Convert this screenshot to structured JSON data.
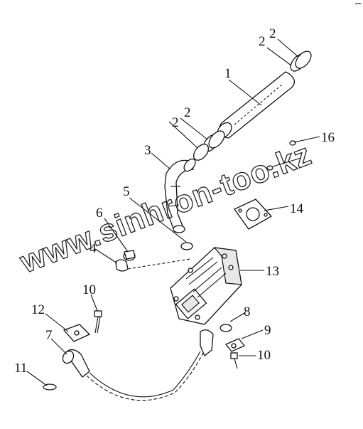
{
  "diagram": {
    "watermark": "www.sinhron-too.kz",
    "callouts": [
      {
        "id": "c1",
        "label": "1"
      },
      {
        "id": "c2a",
        "label": "2"
      },
      {
        "id": "c2b",
        "label": "2"
      },
      {
        "id": "c2c",
        "label": "2"
      },
      {
        "id": "c2d",
        "label": "2"
      },
      {
        "id": "c3",
        "label": "3"
      },
      {
        "id": "c4",
        "label": "4"
      },
      {
        "id": "c5",
        "label": "5"
      },
      {
        "id": "c6",
        "label": "6"
      },
      {
        "id": "c7",
        "label": "7"
      },
      {
        "id": "c8",
        "label": "8"
      },
      {
        "id": "c9",
        "label": "9"
      },
      {
        "id": "c10a",
        "label": "10"
      },
      {
        "id": "c10b",
        "label": "10"
      },
      {
        "id": "c11",
        "label": "11"
      },
      {
        "id": "c12",
        "label": "12"
      },
      {
        "id": "c13",
        "label": "13"
      },
      {
        "id": "c14",
        "label": "14"
      },
      {
        "id": "c16",
        "label": "16"
      }
    ]
  }
}
